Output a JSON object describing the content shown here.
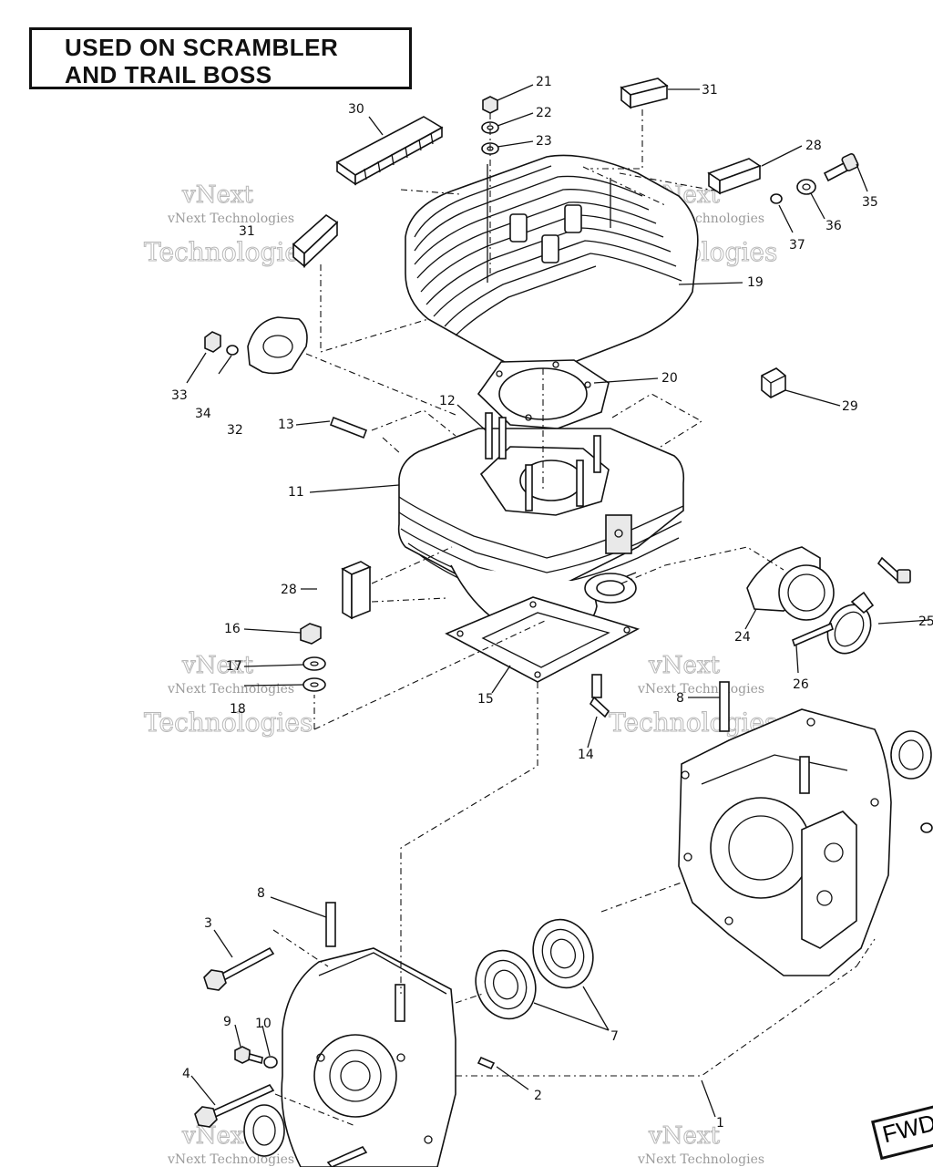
{
  "title": {
    "line1": "USED ON SCRAMBLER",
    "line2": "AND TRAIL BOSS"
  },
  "watermark": {
    "small": "vNext Technologies",
    "large1": "vNext",
    "large2": "Technologies"
  },
  "fwd_label": "FWD",
  "callouts": {
    "c21": "21",
    "c22": "22",
    "c23": "23",
    "c31a": "31",
    "c30": "30",
    "c28a": "28",
    "c35": "35",
    "c36": "36",
    "c37": "37",
    "c31b": "31",
    "c19": "19",
    "c33": "33",
    "c34": "34",
    "c32": "32",
    "c20": "20",
    "c29": "29",
    "c12": "12",
    "c13": "13",
    "c11": "11",
    "c28b": "28",
    "c16": "16",
    "c17": "17",
    "c18": "18",
    "c15": "15",
    "c14": "14",
    "c24": "24",
    "c25": "25",
    "c26": "26",
    "c8a": "8",
    "c8b": "8",
    "c3": "3",
    "c9": "9",
    "c10": "10",
    "c4": "4",
    "c7": "7",
    "c2": "2",
    "c1": "1"
  }
}
